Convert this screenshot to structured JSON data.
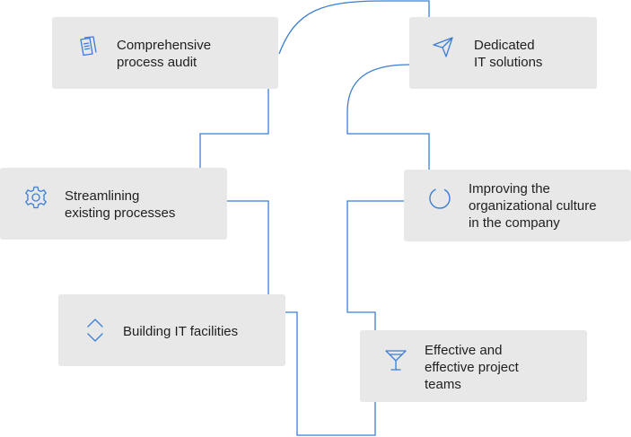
{
  "colors": {
    "accent": "#3a7fd5",
    "card_background": "#e8e8e8",
    "text": "#1f1f1f"
  },
  "items": [
    {
      "label": "Comprehensive\nprocess audit",
      "icon": "documents-icon"
    },
    {
      "label": "Dedicated\nIT solutions",
      "icon": "paper-plane-icon"
    },
    {
      "label": "Streamlining\nexisting processes",
      "icon": "gear-icon"
    },
    {
      "label": "Improving the\norganizational culture\nin the company",
      "icon": "circle-arc-icon"
    },
    {
      "label": "Building IT facilities",
      "icon": "up-down-chevrons-icon"
    },
    {
      "label": "Effective and\neffective project\nteams",
      "icon": "cocktail-glass-icon"
    }
  ]
}
